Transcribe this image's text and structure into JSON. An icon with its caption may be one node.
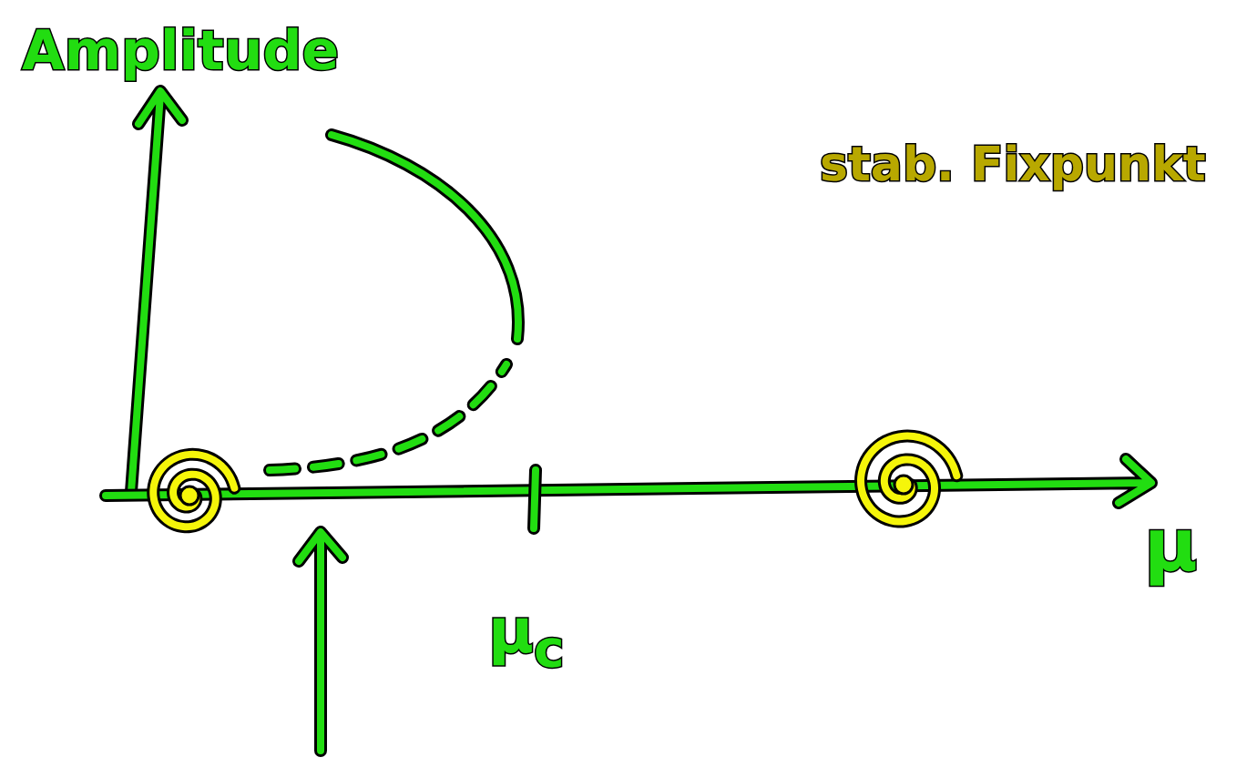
{
  "diagram": {
    "labels": [
      "Amplitude",
      "stab. Fixpunkt",
      "μ$_{c}$",
      "μ"
    ]
  }
}
